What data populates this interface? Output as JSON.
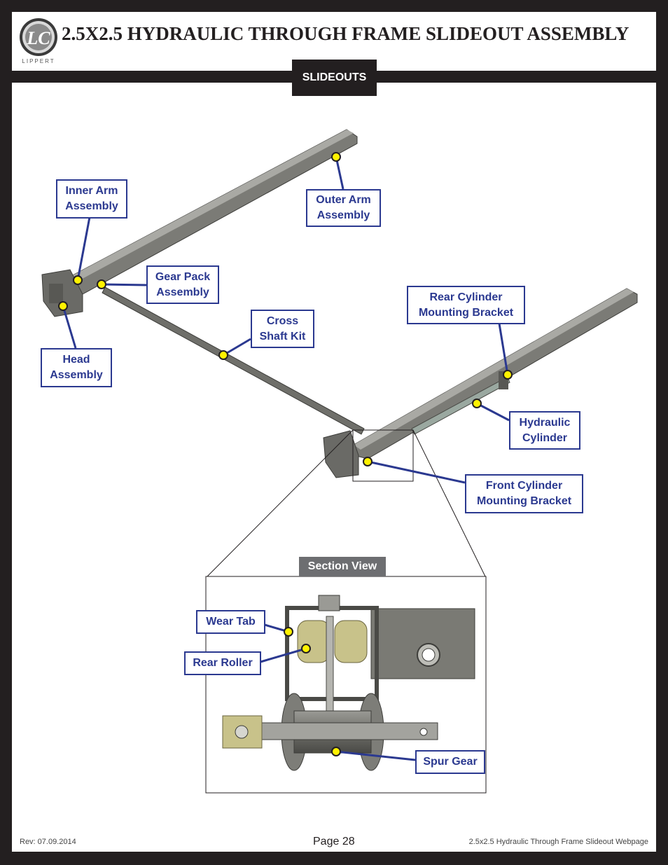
{
  "header": {
    "title": "2.5X2.5 HYDRAULIC THROUGH FRAME SLIDEOUT ASSEMBLY",
    "logo_text": "LIPPERT"
  },
  "section_tab": "SLIDEOUTS",
  "callouts": {
    "inner_arm": [
      "Inner Arm",
      "Assembly"
    ],
    "outer_arm": [
      "Outer Arm",
      "Assembly"
    ],
    "gear_pack": [
      "Gear Pack",
      "Assembly"
    ],
    "cross_shaft": [
      "Cross",
      "Shaft Kit"
    ],
    "head": [
      "Head",
      "Assembly"
    ],
    "rear_cylinder_bracket": [
      "Rear Cylinder",
      "Mounting Bracket"
    ],
    "hydraulic_cylinder": [
      "Hydraulic",
      "Cylinder"
    ],
    "front_cylinder_bracket": [
      "Front Cylinder",
      "Mounting Bracket"
    ],
    "wear_tab": "Wear Tab",
    "rear_roller": "Rear Roller",
    "spur_gear": "Spur Gear"
  },
  "section_view_label": "Section View",
  "footer": {
    "rev": "Rev: 07.09.2014",
    "page": "Page 28",
    "doc": "2.5x2.5 Hydraulic Through Frame Slideout Webpage"
  },
  "colors": {
    "callout_blue": "#2b3990",
    "marker_yellow": "#fff200",
    "frame_dark": "#231f20"
  }
}
